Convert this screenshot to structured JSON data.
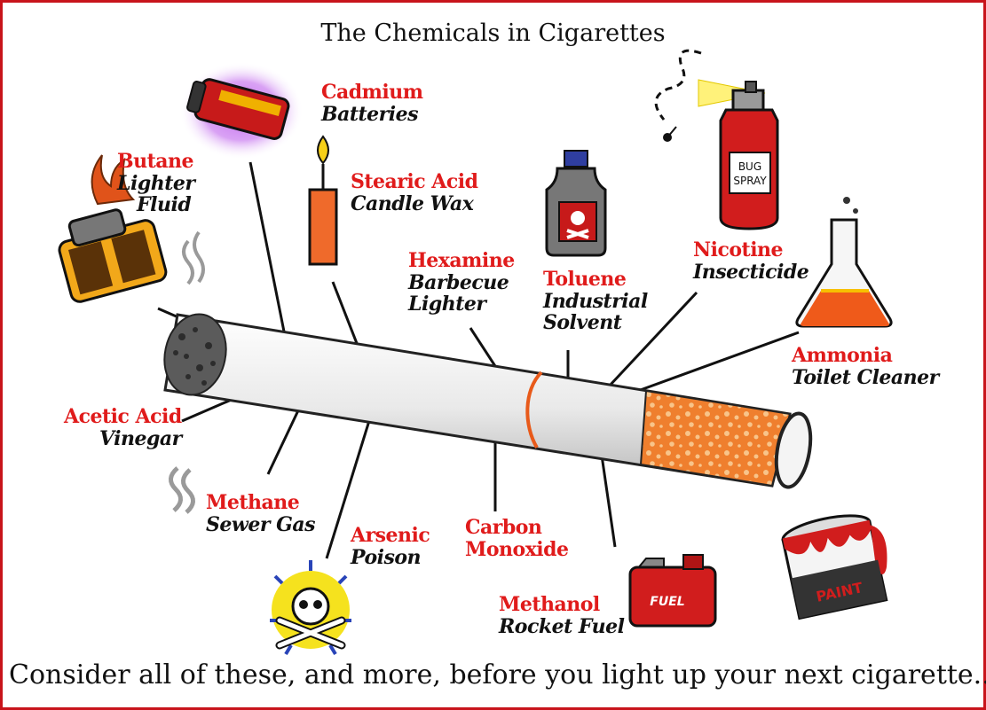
{
  "title": "The Chemicals in Cigarettes",
  "footer": "Consider all of these, and more, before you light up your next cigarette...",
  "colors": {
    "border": "#c8141b",
    "chemical": "#e01b1b",
    "use": "#111111"
  },
  "items": {
    "cadmium": {
      "chemical": "Cadmium",
      "use": "Batteries",
      "icon": "battery-icon"
    },
    "butane": {
      "chemical": "Butane",
      "use_lines": [
        "Lighter",
        "Fluid"
      ],
      "icon": "lighter-icon"
    },
    "stearic": {
      "chemical": "Stearic Acid",
      "use": "Candle Wax",
      "icon": "candle-icon"
    },
    "hexamine": {
      "chemical": "Hexamine",
      "use_lines": [
        "Barbecue",
        "Lighter"
      ]
    },
    "toluene": {
      "chemical": "Toluene",
      "use_lines": [
        "Industrial",
        "Solvent"
      ],
      "icon": "poison-bottle-icon"
    },
    "nicotine": {
      "chemical": "Nicotine",
      "use": "Insecticide",
      "icon": "bug-spray-icon",
      "can_text": [
        "BUG",
        "SPRAY"
      ]
    },
    "ammonia": {
      "chemical": "Ammonia",
      "use": "Toilet Cleaner",
      "icon": "flask-icon"
    },
    "acetic": {
      "chemical": "Acetic Acid",
      "use": "Vinegar"
    },
    "methane": {
      "chemical": "Methane",
      "use": "Sewer Gas",
      "icon": "smell-lines-icon"
    },
    "arsenic": {
      "chemical": "Arsenic",
      "use": "Poison",
      "icon": "skull-crossbones-icon"
    },
    "carbon": {
      "chemical_lines": [
        "Carbon",
        "Monoxide"
      ]
    },
    "methanol": {
      "chemical": "Methanol",
      "use": "Rocket Fuel",
      "icon": "fuel-can-icon",
      "can_text": "FUEL"
    },
    "paint": {
      "icon": "paint-can-icon",
      "can_text": "PAINT"
    }
  }
}
